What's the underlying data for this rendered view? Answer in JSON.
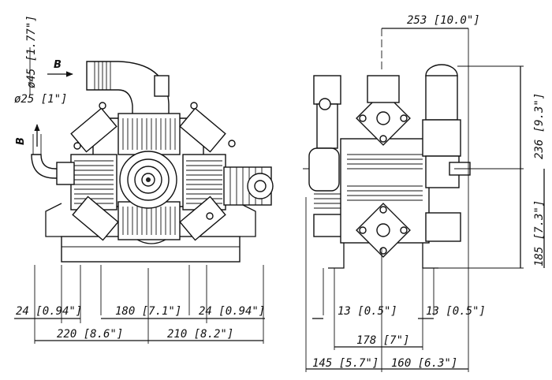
{
  "dimensions": {
    "d45_in": "ø45 [1.77\"]",
    "d25_in": "ø25 [1\"]",
    "d24_left": "24 [0.94\"]",
    "d180": "180 [7.1\"]",
    "d24_right": "24 [0.94\"]",
    "d220": "220 [8.6\"]",
    "d210": "210 [8.2\"]",
    "d253": "253 [10.0\"]",
    "d236": "236 [9.3\"]",
    "d185": "185 [7.3\"]",
    "d13_left": "13 [0.5\"]",
    "d13_right": "13 [0.5\"]",
    "d178": "178 [7\"]",
    "d145": "145 [5.7\"]",
    "d160": "160 [6.3\"]"
  },
  "labels": {
    "port_b_top": "B",
    "port_b_left": "B"
  }
}
